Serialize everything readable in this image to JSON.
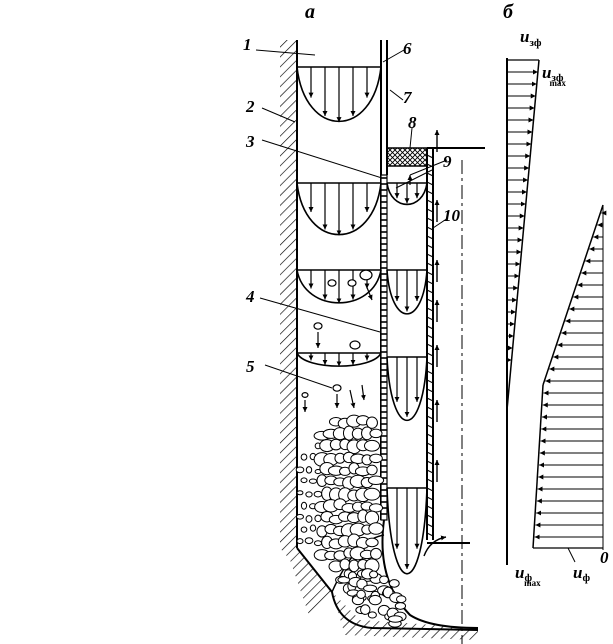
{
  "panels": {
    "left": "а",
    "right": "б"
  },
  "labels": [
    "1",
    "2",
    "3",
    "4",
    "5",
    "6",
    "7",
    "8",
    "9",
    "10"
  ],
  "right_diagram": {
    "u_main": "u",
    "sub_zf": "зф",
    "sub_zf_max": "зф",
    "sub_max": "max",
    "sub_f": "ф",
    "sub_f_max": "ф",
    "zero": "0"
  }
}
